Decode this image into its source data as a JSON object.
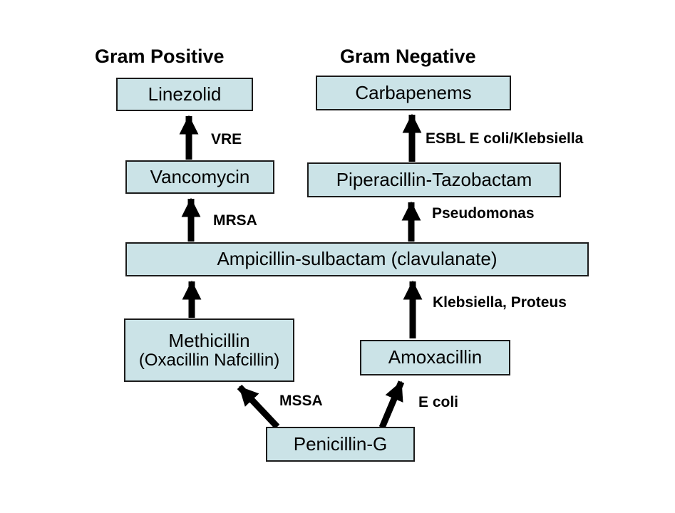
{
  "diagram": {
    "headings": {
      "left": "Gram Positive",
      "right": "Gram Negative"
    },
    "boxes": {
      "linezolid": {
        "label": "Linezolid"
      },
      "carbapenems": {
        "label": "Carbapenems"
      },
      "vancomycin": {
        "label": "Vancomycin"
      },
      "piperacillin_tazobactam": {
        "label": "Piperacillin-Tazobactam"
      },
      "ampicillin_sulbactam": {
        "label": "Ampicillin-sulbactam (clavulanate)"
      },
      "methicillin": {
        "label": "Methicillin",
        "sublabel": "(Oxacillin Nafcillin)"
      },
      "amoxacillin": {
        "label": "Amoxacillin"
      },
      "penicillin_g": {
        "label": "Penicillin-G"
      }
    },
    "arrow_labels": {
      "vre": "VRE",
      "esbl": "ESBL E coli/Klebsiella",
      "mrsa": "MRSA",
      "pseudomonas": "Pseudomonas",
      "klebsiella_proteus": "Klebsiella, Proteus",
      "mssa": "MSSA",
      "e_coli": "E coli"
    },
    "colors": {
      "box_fill": "#cbe3e7",
      "box_border": "#1b1b1b",
      "arrow": "#000000",
      "background": "#ffffff",
      "text": "#000000"
    }
  }
}
